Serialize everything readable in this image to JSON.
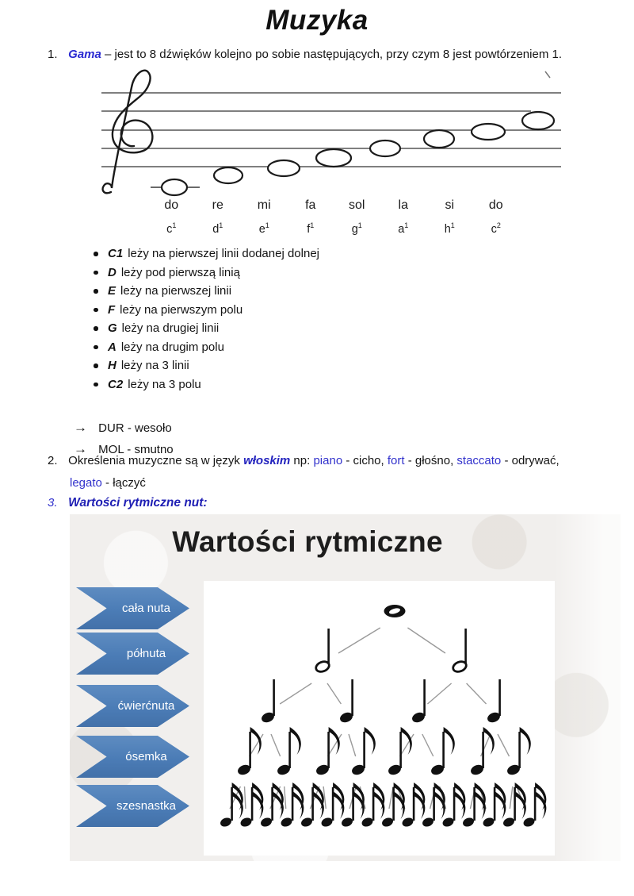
{
  "title": "Muzyka",
  "item1": {
    "num": "1.",
    "term": "Gama",
    "text": "– jest to 8 dźwięków kolejno po sobie następujących, przy  czym 8 jest powtórzeniem 1."
  },
  "scale": {
    "solfege": [
      {
        "syl": "do",
        "note": "c",
        "oct": "1"
      },
      {
        "syl": "re",
        "note": "d",
        "oct": "1"
      },
      {
        "syl": "mi",
        "note": "e",
        "oct": "1"
      },
      {
        "syl": "fa",
        "note": "f",
        "oct": "1"
      },
      {
        "syl": "sol",
        "note": "g",
        "oct": "1"
      },
      {
        "syl": "la",
        "note": "a",
        "oct": "1"
      },
      {
        "syl": "si",
        "note": "h",
        "oct": "1"
      },
      {
        "syl": "do",
        "note": "c",
        "oct": "2"
      }
    ]
  },
  "note_positions": [
    {
      "key": "C1",
      "text": "leży na pierwszej linii dodanej dolnej"
    },
    {
      "key": "D",
      "text": "leży pod pierwszą linią"
    },
    {
      "key": "E",
      "text": "leży na pierwszej linii"
    },
    {
      "key": "F",
      "text": "leży na pierwszym polu"
    },
    {
      "key": "G",
      "text": "leży na drugiej linii"
    },
    {
      "key": "A",
      "text": "leży na drugim polu"
    },
    {
      "key": "H",
      "text": "leży na 3 linii"
    },
    {
      "key": "C2",
      "text": "leży na 3 polu"
    }
  ],
  "modes": [
    {
      "arrow": "→",
      "label": "DUR - wesoło"
    },
    {
      "arrow": "→",
      "label": "MOL - smutno"
    }
  ],
  "item2": {
    "num": "2.",
    "line1": [
      {
        "text": "Określenia muzyczne są w język "
      },
      {
        "text": "włoskim"
      },
      {
        "text": " np: "
      },
      {
        "text": "piano"
      },
      {
        "text": " - cicho, "
      },
      {
        "text": "fort"
      },
      {
        "text": " - głośno, "
      },
      {
        "text": "staccato"
      },
      {
        "text": " - odrywać,"
      }
    ],
    "line2": [
      {
        "text": "legato"
      },
      {
        "text": " - łączyć"
      }
    ]
  },
  "item3": {
    "num": "3.",
    "heading": "Wartości rytmiczne nut:"
  },
  "figure": {
    "title": "Wartości rytmiczne",
    "pyramid": {
      "levels": [
        {
          "label": "cała nuta",
          "type": "whole",
          "count": 1
        },
        {
          "label": "półnuta",
          "type": "half",
          "count": 2
        },
        {
          "label": "ćwierćnuta",
          "type": "quarter",
          "count": 4
        },
        {
          "label": "ósemka",
          "type": "eighth",
          "count": 8
        },
        {
          "label": "szesnastka",
          "type": "sixteenth",
          "count": 16
        }
      ]
    }
  },
  "colors": {
    "accent_blue_text": "#3232cc",
    "navy_emphasis": "#1f1fb4",
    "chevron_blue": "#4f81bd"
  }
}
